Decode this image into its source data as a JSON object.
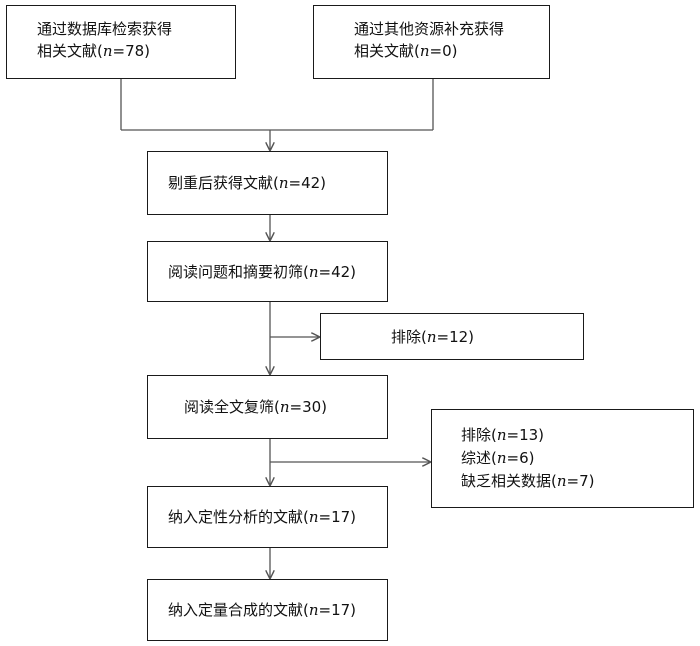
{
  "boxes": {
    "db_search": {
      "lines": [
        {
          "text": "通过数据库检索获得"
        },
        {
          "pre": "相关文献(",
          "n": "n",
          "post": "=78)"
        }
      ]
    },
    "other_sources": {
      "lines": [
        {
          "text": "通过其他资源补充获得"
        },
        {
          "pre": "相关文献(",
          "n": "n",
          "post": "=0)"
        }
      ]
    },
    "dedup": {
      "lines": [
        {
          "pre": "剔重后获得文献(",
          "n": "n",
          "post": "=42)"
        }
      ]
    },
    "abstract_screen": {
      "lines": [
        {
          "pre": "阅读问题和摘要初筛(",
          "n": "n",
          "post": "=42)"
        }
      ]
    },
    "excluded_1": {
      "lines": [
        {
          "pre": "排除(",
          "n": "n",
          "post": "=12)"
        }
      ]
    },
    "fulltext_screen": {
      "lines": [
        {
          "pre": "阅读全文复筛(",
          "n": "n",
          "post": "=30)"
        }
      ]
    },
    "excluded_2": {
      "lines": [
        {
          "pre": "排除(",
          "n": "n",
          "post": "=13)"
        },
        {
          "pre": "综述(",
          "n": "n",
          "post": "=6)"
        },
        {
          "pre": "缺乏相关数据(",
          "n": "n",
          "post": "=7)"
        }
      ]
    },
    "qualitative": {
      "lines": [
        {
          "pre": "纳入定性分析的文献(",
          "n": "n",
          "post": "=17)"
        }
      ]
    },
    "quantitative": {
      "lines": [
        {
          "pre": "纳入定量合成的文献(",
          "n": "n",
          "post": "=17)"
        }
      ]
    }
  }
}
